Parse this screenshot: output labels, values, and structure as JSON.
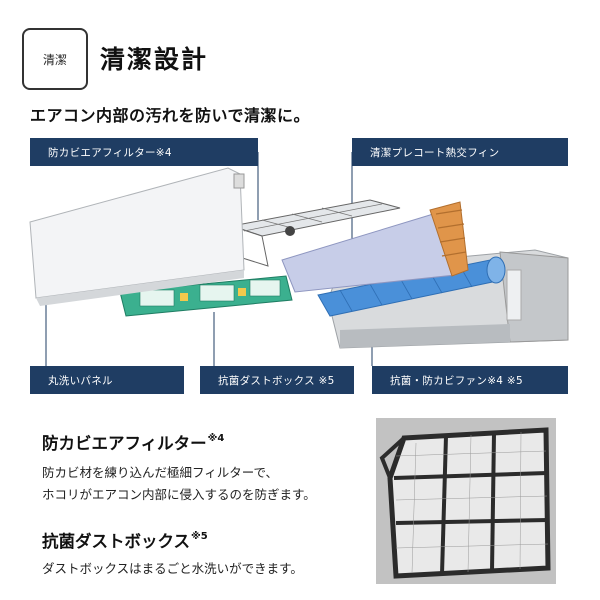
{
  "header": {
    "badge": "清潔",
    "title": "清潔設計",
    "subtitle": "エアコン内部の汚れを防いで清潔に。"
  },
  "labels": {
    "filter": "防カビエアフィルター※4",
    "fin": "清潔プレコート熱交フィン",
    "panel": "丸洗いパネル",
    "dustbox": "抗菌ダストボックス ※5",
    "fan": "抗菌・防カビファン※4 ※5"
  },
  "sections": [
    {
      "title": "防カビエアフィルター",
      "mark": "※4",
      "lines": [
        "防カビ材を練り込んだ極細フィルターで、",
        "ホコリがエアコン内部に侵入するのを防ぎます。"
      ]
    },
    {
      "title": "抗菌ダストボックス",
      "mark": "※5",
      "lines": [
        "ダストボックスはまるごと水洗いができます。"
      ]
    }
  ],
  "colors": {
    "label_bg": "#1f3d63",
    "dustbox_green": "#3bb08f",
    "fin_orange": "#e0954a",
    "fan_blue": "#4a90d9"
  }
}
